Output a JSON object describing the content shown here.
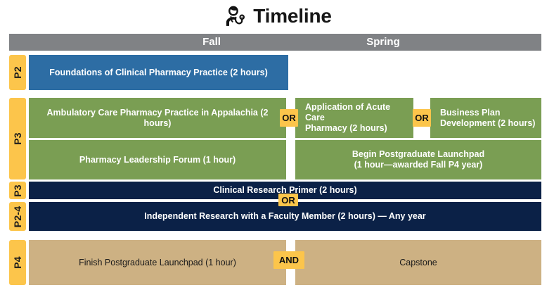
{
  "header": {
    "title": "Timeline",
    "icon": "pharmacist-stethoscope-icon",
    "seasons": [
      "Fall",
      "Spring"
    ]
  },
  "colors": {
    "gold": "#FCC54B",
    "gray_header": "#808285",
    "blue": "#2D6DA4",
    "green": "#7A9E53",
    "navy": "#0B2147",
    "tan": "#CDB183",
    "white": "#FFFFFF"
  },
  "rows": [
    {
      "year": "P2",
      "color": "blue",
      "courses": [
        {
          "label": "Foundations of Clinical Pharmacy Practice (2 hours)",
          "term": "fall"
        }
      ]
    },
    {
      "year": "P3",
      "color": "green",
      "courses": [
        {
          "label": "Ambulatory Care Pharmacy Practice in Appalachia (2 hours)",
          "term": "fall"
        },
        {
          "label": "Application of Acute Care Pharmacy (2 hours)",
          "term": "spring"
        },
        {
          "label": "Business Plan Development (2 hours)",
          "term": "spring"
        },
        {
          "label": "Pharmacy Leadership Forum (1 hour)",
          "term": "fall"
        },
        {
          "label": "Begin Postgraduate Launchpad\n(1 hour—awarded Fall P4 year)",
          "term": "spring"
        }
      ]
    },
    {
      "year": "P3",
      "color": "navy",
      "courses": [
        {
          "label": "Clinical Research Primer (2 hours)",
          "term": "full"
        }
      ]
    },
    {
      "year": "P2-4",
      "color": "navy",
      "courses": [
        {
          "label": "Independent Research with a Faculty Member (2 hours) — Any year",
          "term": "full"
        }
      ]
    },
    {
      "year": "P4",
      "color": "tan",
      "courses": [
        {
          "label": "Finish Postgraduate Launchpad (1 hour)",
          "term": "fall"
        },
        {
          "label": "Capstone",
          "term": "spring"
        }
      ]
    }
  ],
  "connectors": [
    {
      "id": "or-p3-fall-spring",
      "label": "OR",
      "orientation": "vertical"
    },
    {
      "id": "or-p3-spring-spring",
      "label": "OR",
      "orientation": "vertical"
    },
    {
      "id": "or-research",
      "label": "OR",
      "orientation": "horizontal"
    },
    {
      "id": "and-p4",
      "label": "AND",
      "orientation": "vertical"
    }
  ],
  "labels": {
    "p2": "P2",
    "p3_green": "P3",
    "p3_navy": "P3",
    "p24": "P2-4",
    "p4": "P4",
    "course_p2_foundations": "Foundations of Clinical Pharmacy Practice (2 hours)",
    "course_p3_ambulatory": "Ambulatory Care Pharmacy Practice in Appalachia (2 hours)",
    "course_p3_acute_line1": "Application of Acute Care",
    "course_p3_acute_line2": "Pharmacy (2 hours)",
    "course_p3_business_line1": "Business Plan",
    "course_p3_business_line2": "Development (2 hours)",
    "course_p3_leadership": "Pharmacy Leadership Forum (1 hour)",
    "course_p3_launchpad_line1": "Begin Postgraduate Launchpad",
    "course_p3_launchpad_line2": "(1 hour—awarded Fall P4 year)",
    "course_p3_primer": "Clinical Research Primer (2 hours)",
    "course_p24_independent": "Independent Research with a Faculty Member (2 hours) — Any year",
    "course_p4_finish": "Finish Postgraduate Launchpad (1 hour)",
    "course_p4_capstone": "Capstone",
    "connector_or1": "OR",
    "connector_or2": "OR",
    "connector_or3": "OR",
    "connector_and": "AND"
  }
}
